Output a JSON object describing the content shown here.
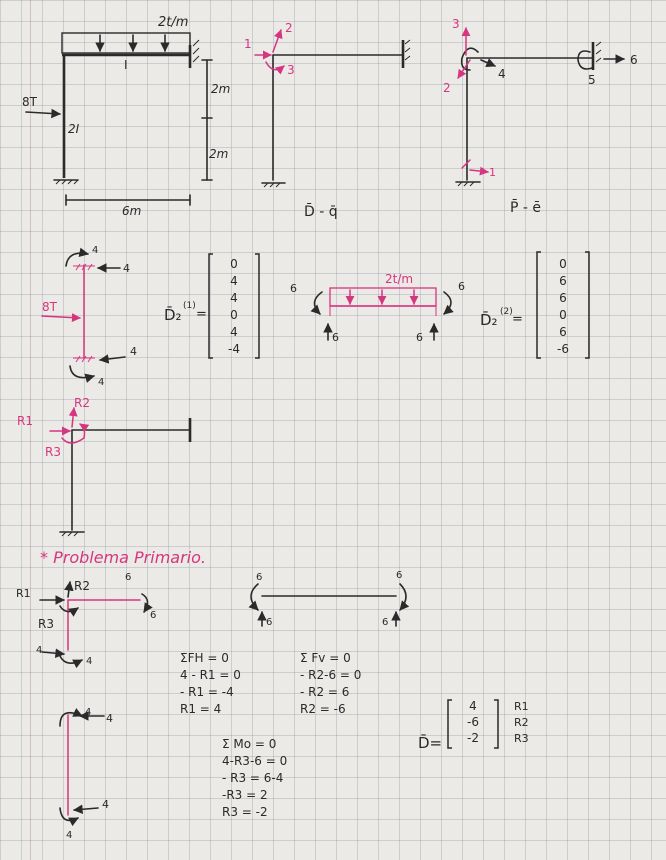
{
  "fig1": {
    "load_label": "2t/m",
    "beam_label": "I",
    "load_left": "8T",
    "col_label": "2I",
    "dim_upper": "2m",
    "dim_lower": "2m",
    "dim_width": "6m"
  },
  "fig2": {
    "n1": "1",
    "n2": "2",
    "n3": "3",
    "caption": "D̄ - q̄"
  },
  "fig3": {
    "n1": "1",
    "n2": "2",
    "n3": "3",
    "n4": "4",
    "n5": "5",
    "n6": "6",
    "caption": "P̄ - ē"
  },
  "col_fbd": {
    "top_m": "4",
    "top_f": "4",
    "mid_load": "8T",
    "bot_f": "4",
    "bot_m": "4"
  },
  "vec1": {
    "label": "D̄₂",
    "superscript": "(1)",
    "values": [
      "0",
      "4",
      "4",
      "0",
      "4",
      "-4"
    ]
  },
  "beam_fbd": {
    "load": "2t/m",
    "m_left": "6",
    "m_right": "6",
    "r_left": "6",
    "r_right": "6"
  },
  "vec2": {
    "label": "D̄₂",
    "superscript": "(2)",
    "values": [
      "0",
      "6",
      "6",
      "0",
      "6",
      "-6"
    ]
  },
  "frame_r": {
    "r1": "R1",
    "r2": "R2",
    "r3": "R3"
  },
  "heading": "* Problema Primario.",
  "joint": {
    "r1": "R1",
    "r2": "R2",
    "r3": "R3",
    "m_beam": "6",
    "m_beam2": "6",
    "col_f": "4",
    "col_m": "4"
  },
  "beam2": {
    "m_left": "6",
    "m_right": "6",
    "r_left": "6",
    "r_right": "6"
  },
  "eq_h": [
    "ΣFH = 0",
    "4 - R1 = 0",
    "- R1 = -4",
    "R1 = 4"
  ],
  "eq_v": [
    "Σ Fv = 0",
    "- R2-6 = 0",
    "- R2 = 6",
    "R2 = -6"
  ],
  "eq_m": [
    "Σ Mo = 0",
    "4-R3-6 = 0",
    "- R3 = 6-4",
    "-R3 = 2",
    "R3 = -2"
  ],
  "result": {
    "label": "D̄=",
    "values": [
      "4",
      "-6",
      "-2"
    ],
    "names": [
      "R1",
      "R2",
      "R3"
    ]
  },
  "col2": {
    "top_m": "4",
    "top_f": "4",
    "bot_f": "4",
    "bot_m": "4"
  }
}
